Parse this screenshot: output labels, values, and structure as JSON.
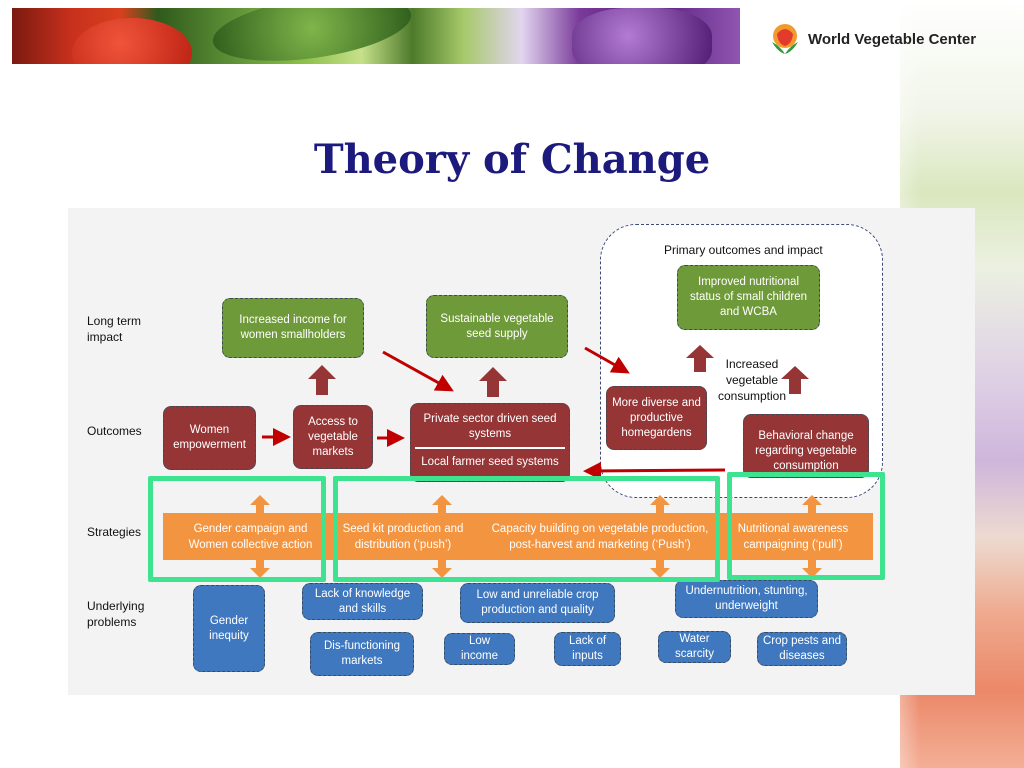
{
  "header": {
    "logo_text": "World Vegetable Center"
  },
  "title": "Theory of Change",
  "row_labels": {
    "long_term": "Long term impact",
    "outcomes": "Outcomes",
    "strategies": "Strategies",
    "underlying": "Underlying problems"
  },
  "primary": {
    "heading": "Primary outcomes and impact",
    "improved": "Improved nutritional status of small children and WCBA",
    "increased": "Increased vegetable consumption",
    "homegardens": "More diverse and productive homegardens",
    "behavioral": "Behavioral change regarding vegetable consumption"
  },
  "long_term": {
    "income": "Increased income for women smallholders",
    "seed_supply": "Sustainable vegetable seed supply"
  },
  "outcomes": {
    "women": "Women empowerment",
    "access": "Access to vegetable markets",
    "private": "Private sector driven seed systems",
    "local": "Local farmer seed systems"
  },
  "strategies": {
    "gender": "Gender campaign and Women collective action",
    "seedkit": "Seed kit production and distribution (‘push’)",
    "capacity": "Capacity building on vegetable production, post-harvest and marketing (‘Push’)",
    "nutrition": "Nutritional awareness campaigning (‘pull’)"
  },
  "problems": {
    "gender": "Gender inequity",
    "knowledge": "Lack of knowledge and skills",
    "low_prod": "Low and unreliable crop production and quality",
    "undernutrition": "Undernutrition, stunting, underweight",
    "markets": "Dis-functioning markets",
    "income": "Low income",
    "inputs": "Lack of inputs",
    "water": "Water scarcity",
    "pests": "Crop pests and diseases"
  },
  "colors": {
    "title": "#1c1a7c",
    "green": "#6f9a39",
    "maroon": "#953536",
    "blue": "#3f78bf",
    "orange": "#f39440",
    "highlight": "#3de38f",
    "arrow_red": "#c00000"
  }
}
